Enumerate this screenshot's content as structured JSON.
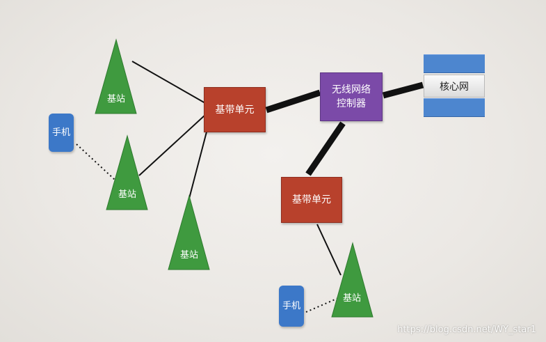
{
  "nodes": {
    "bbu_main": "基带单元",
    "bbu_secondary": "基带单元",
    "rnc": {
      "line1": "无线网络",
      "line2": "控制器"
    },
    "core_network": "核心网",
    "towers": [
      "基站",
      "基站",
      "基站",
      "基站"
    ],
    "phones": [
      "手机",
      "手机"
    ]
  },
  "colors": {
    "tower_green": "#3f9a3f",
    "bbu_red": "#b8412c",
    "rnc_purple": "#7b4aa8",
    "phone_blue": "#3c78c8",
    "core_blue": "#4d86cf"
  },
  "watermark": "https://blog.csdn.net/WY_star1"
}
